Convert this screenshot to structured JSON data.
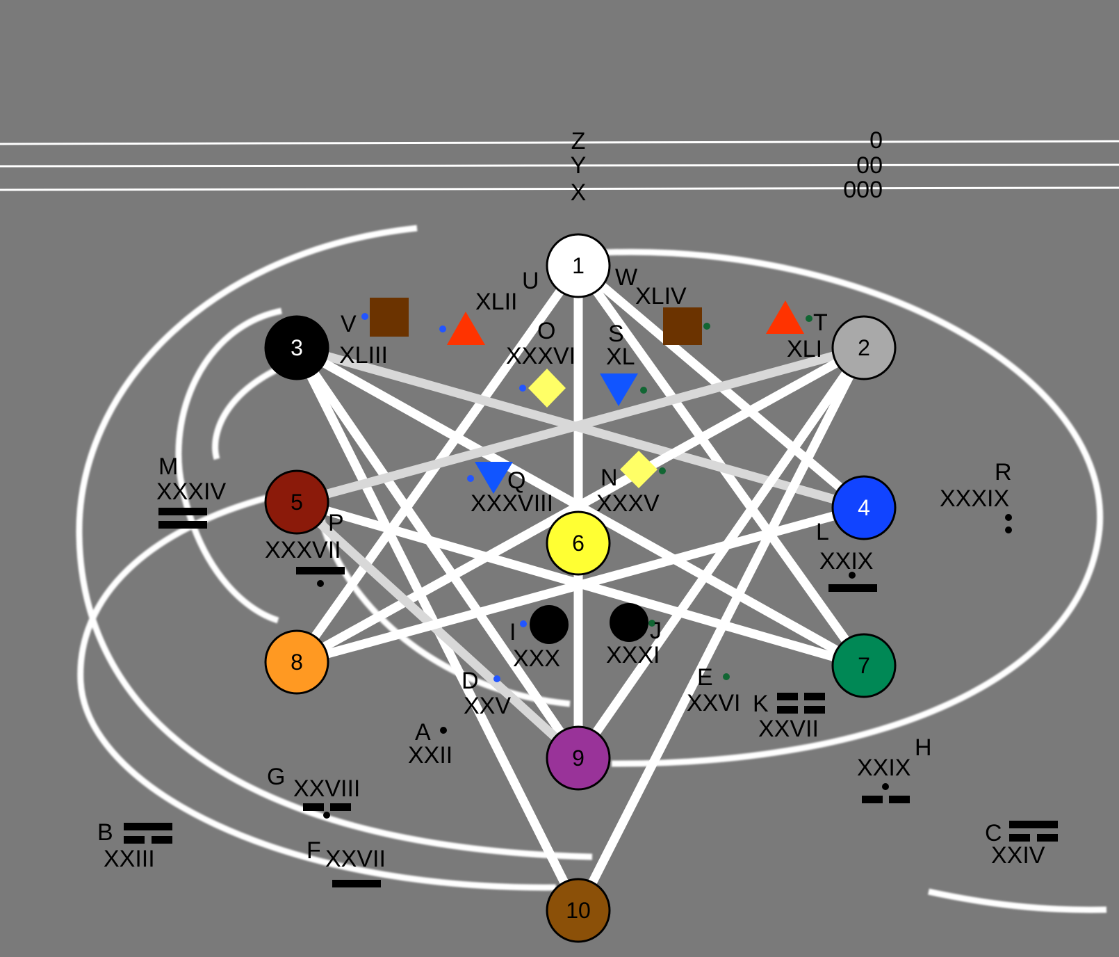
{
  "header": {
    "rows": [
      {
        "letter": "Z",
        "code": "0"
      },
      {
        "letter": "Y",
        "code": "00"
      },
      {
        "letter": "X",
        "code": "000"
      }
    ]
  },
  "nodes": [
    {
      "id": "1",
      "label": "1",
      "color": "#ffffff",
      "text_color": "#000000"
    },
    {
      "id": "2",
      "label": "2",
      "color": "#a9a9a9",
      "text_color": "#000000"
    },
    {
      "id": "3",
      "label": "3",
      "color": "#000000",
      "text_color": "#ffffff"
    },
    {
      "id": "4",
      "label": "4",
      "color": "#1144ff",
      "text_color": "#ffffff"
    },
    {
      "id": "5",
      "label": "5",
      "color": "#8b1a0a",
      "text_color": "#000000"
    },
    {
      "id": "6",
      "label": "6",
      "color": "#ffff33",
      "text_color": "#000000"
    },
    {
      "id": "7",
      "label": "7",
      "color": "#008855",
      "text_color": "#000000"
    },
    {
      "id": "8",
      "label": "8",
      "color": "#ff9922",
      "text_color": "#000000"
    },
    {
      "id": "9",
      "label": "9",
      "color": "#993399",
      "text_color": "#000000"
    },
    {
      "id": "10",
      "label": "10",
      "color": "#8b5008",
      "text_color": "#000000"
    }
  ],
  "edges": [
    {
      "from": "1",
      "to": "8",
      "shade": "white"
    },
    {
      "from": "1",
      "to": "9",
      "shade": "white"
    },
    {
      "from": "1",
      "to": "4",
      "shade": "white"
    },
    {
      "from": "1",
      "to": "7",
      "shade": "white"
    },
    {
      "from": "3",
      "to": "4",
      "shade": "light"
    },
    {
      "from": "3",
      "to": "7",
      "shade": "white"
    },
    {
      "from": "3",
      "to": "9",
      "shade": "white"
    },
    {
      "from": "3",
      "to": "10",
      "shade": "white"
    },
    {
      "from": "2",
      "to": "5",
      "shade": "light"
    },
    {
      "from": "2",
      "to": "8",
      "shade": "white"
    },
    {
      "from": "2",
      "to": "9",
      "shade": "white"
    },
    {
      "from": "2",
      "to": "10",
      "shade": "white"
    },
    {
      "from": "5",
      "to": "7",
      "shade": "white"
    },
    {
      "from": "5",
      "to": "9",
      "shade": "light"
    },
    {
      "from": "4",
      "to": "8",
      "shade": "white"
    }
  ],
  "labels": {
    "A": "A",
    "XXII": "XXII",
    "B": "B",
    "XXIII": "XXIII",
    "C": "C",
    "XXIV": "XXIV",
    "D": "D",
    "XXV": "XXV",
    "E": "E",
    "XXVI": "XXVI",
    "F": "F",
    "XXVII": "XXVII",
    "G": "G",
    "XXVIII": "XXVIII",
    "H": "H",
    "XXIX": "XXIX",
    "I": "I",
    "XXX": "XXX",
    "J": "J",
    "XXXI": "XXXI",
    "K": "K",
    "XXVII_b": "XXVII",
    "L": "L",
    "XXIX_b": "XXIX",
    "M": "M",
    "XXXIV": "XXXIV",
    "N": "N",
    "XXXV": "XXXV",
    "O": "O",
    "XXXVI": "XXXVI",
    "P": "P",
    "XXXVII": "XXXVII",
    "Q": "Q",
    "XXXVIII": "XXXVIII",
    "R": "R",
    "XXXIX": "XXXIX",
    "S": "S",
    "XL": "XL",
    "T": "T",
    "XLI": "XLI",
    "U": "U",
    "XLII": "XLII",
    "V": "V",
    "XLIII": "XLIII",
    "W": "W",
    "XLIV": "XLIV"
  },
  "symbol_colors": {
    "square": "#6b3300",
    "triangle": "#ff3300",
    "diamond": "#ffff66",
    "down_triangle": "#1155ff",
    "blue_dot": "#2255ff",
    "green_dot": "#116633",
    "ring": "#ffffff",
    "light_edge": "#d8d8d8"
  }
}
